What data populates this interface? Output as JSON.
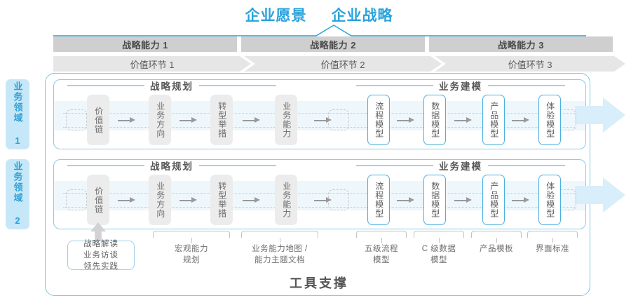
{
  "title": {
    "vision": "企业愿景",
    "strategy": "企业战略"
  },
  "capabilities": [
    {
      "name": "战略能力 1",
      "value_link": "价值环节 1"
    },
    {
      "name": "战略能力 2",
      "value_link": "价值环节 2"
    },
    {
      "name": "战略能力 3",
      "value_link": "价值环节 3"
    }
  ],
  "domains": [
    {
      "label": "业务领域 1"
    },
    {
      "label": "业务领域 2"
    }
  ],
  "sections": {
    "planning": "战略规划",
    "modeling": "业务建模"
  },
  "nodes": {
    "planning": [
      "价值链",
      "业务方向",
      "转型举措",
      "业务能力"
    ],
    "modeling": [
      "流程模型",
      "数据模型",
      "产品模型",
      "体验模型"
    ]
  },
  "annotations": {
    "entry_box": "战略解读\n业务访谈\n领先实践",
    "items": [
      "宏观能力\n规划",
      "业务能力地图 /\n能力主题文档",
      "五级流程\n模型",
      "C 级数据\n模型",
      "产品模板",
      "界面标准"
    ]
  },
  "footer": "工具支撑",
  "colors": {
    "accent_blue": "#29a3dc",
    "band_blue": "#eef7fc",
    "domain_blue": "#c6e7f7",
    "bar_gray": "#cfcfcf",
    "chev_gray": "#e6e6e6",
    "node_gray": "#ececec",
    "node_blue_border": "#4aafe0",
    "arrow_gray": "#9a9a9a",
    "big_arrow": "#d8eefa"
  }
}
